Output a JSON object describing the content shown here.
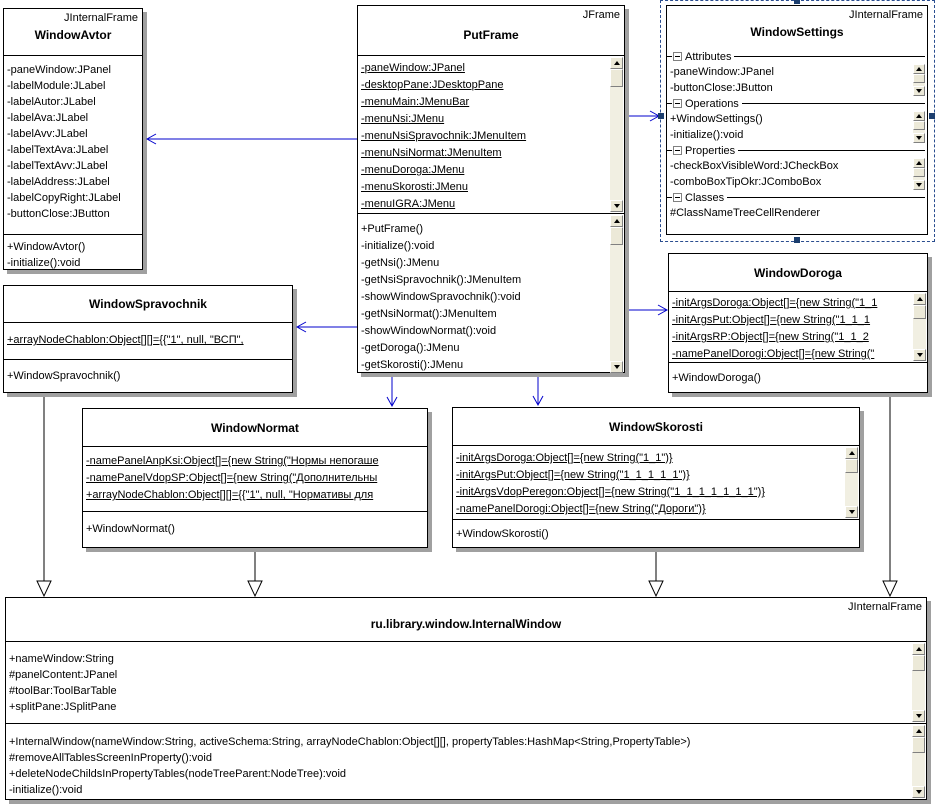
{
  "classes": {
    "windowAvtor": {
      "tag": "JInternalFrame",
      "name": "WindowAvtor",
      "attributes": [
        "-paneWindow:JPanel",
        "-labelModule:JLabel",
        "-labelAutor:JLabel",
        "-labelAva:JLabel",
        "-labelAvv:JLabel",
        "-labelTextAva:JLabel",
        "-labelTextAvv:JLabel",
        "-labelAddress:JLabel",
        "-labelCopyRight:JLabel",
        "-buttonClose:JButton"
      ],
      "operations": [
        "+WindowAvtor()",
        "-initialize():void"
      ]
    },
    "putFrame": {
      "tag": "JFrame",
      "name": "PutFrame",
      "attributes": [
        "-paneWindow:JPanel",
        "-desktopPane:JDesktopPane",
        "-menuMain:JMenuBar",
        "-menuNsi:JMenu",
        "-menuNsiSpravochnik:JMenuItem",
        "-menuNsiNormat:JMenuItem",
        "-menuDoroga:JMenu",
        "-menuSkorosti:JMenu",
        "-menuIGRA:JMenu"
      ],
      "operations": [
        "+PutFrame()",
        "-initialize():void",
        "-getNsi():JMenu",
        "-getNsiSpravochnik():JMenuItem",
        "-showWindowSpravochnik():void",
        "-getNsiNormat():JMenuItem",
        "-showWindowNormat():void",
        "-getDoroga():JMenu",
        "-getSkorosti():JMenu"
      ]
    },
    "windowSettings": {
      "tag": "JInternalFrame",
      "name": "WindowSettings",
      "groups": [
        {
          "label": "Attributes",
          "items": [
            "-paneWindow:JPanel",
            "-buttonClose:JButton"
          ]
        },
        {
          "label": "Operations",
          "items": [
            "+WindowSettings()",
            "-initialize():void"
          ]
        },
        {
          "label": "Properties",
          "items": [
            "-checkBoxVisibleWord:JCheckBox",
            "-comboBoxTipOkr:JComboBox"
          ]
        },
        {
          "label": "Classes",
          "items": [
            "#ClassNameTreeCellRenderer"
          ]
        }
      ]
    },
    "windowDoroga": {
      "name": "WindowDoroga",
      "attributes": [
        "-initArgsDoroga:Object[]={new String(\"1_1",
        "-initArgsPut:Object[]={new String(\"1_1_1",
        "-initArgsRP:Object[]={new String(\"1_1_2",
        "-namePanelDorogi:Object[]={new String(\""
      ],
      "operations": [
        "+WindowDoroga()"
      ]
    },
    "windowSpravochnik": {
      "name": "WindowSpravochnik",
      "attributes": [
        "+arrayNodeChablon:Object[][]={{\"1\", null, \"ВСП\","
      ],
      "operations": [
        "+WindowSpravochnik()"
      ]
    },
    "windowNormat": {
      "name": "WindowNormat",
      "attributes": [
        "-namePanelAnpKsi:Object[]={new String(\"Нормы непогаше",
        "-namePanelVdopSP:Object[]={new String(\"Дополнительны",
        "+arrayNodeChablon:Object[][]={{\"1\", null, \"Нормативы для"
      ],
      "operations": [
        "+WindowNormat()"
      ]
    },
    "windowSkorosti": {
      "name": "WindowSkorosti",
      "attributes": [
        "-initArgsDoroga:Object[]={new String(\"1_1\")}",
        "-initArgsPut:Object[]={new String(\"1_1_1_1_1\")}",
        "-initArgsVdopPeregon:Object[]={new String(\"1_1_1_1_1_1_1\")}",
        "-namePanelDorogi:Object[]={new String(\"Дороги\")}"
      ],
      "operations": [
        "+WindowSkorosti()"
      ]
    },
    "internalWindow": {
      "tag": "JInternalFrame",
      "name": "ru.library.window.InternalWindow",
      "attributes": [
        "+nameWindow:String",
        "#panelContent:JPanel",
        "#toolBar:ToolBarTable",
        "+splitPane:JSplitPane"
      ],
      "operations": [
        "+InternalWindow(nameWindow:String, activeSchema:String, arrayNodeChablon:Object[][], propertyTables:HashMap<String,PropertyTable>)",
        "#removeAllTablesScreenInProperty():void",
        "+deleteNodeChildsInPropertyTables(nodeTreeParent:NodeTree):void",
        "-initialize():void"
      ]
    }
  },
  "connectors": [
    {
      "type": "association",
      "from": "PutFrame",
      "to": "WindowAvtor"
    },
    {
      "type": "association",
      "from": "PutFrame",
      "to": "WindowSpravochnik"
    },
    {
      "type": "association",
      "from": "PutFrame",
      "to": "WindowSettings"
    },
    {
      "type": "association",
      "from": "PutFrame",
      "to": "WindowDoroga"
    },
    {
      "type": "association",
      "from": "PutFrame",
      "to": "WindowNormat"
    },
    {
      "type": "association",
      "from": "PutFrame",
      "to": "WindowSkorosti"
    },
    {
      "type": "generalization",
      "from": "WindowSpravochnik",
      "to": "ru.library.window.InternalWindow"
    },
    {
      "type": "generalization",
      "from": "WindowNormat",
      "to": "ru.library.window.InternalWindow"
    },
    {
      "type": "generalization",
      "from": "WindowSkorosti",
      "to": "ru.library.window.InternalWindow"
    },
    {
      "type": "generalization",
      "from": "WindowDoroga",
      "to": "ru.library.window.InternalWindow"
    }
  ],
  "colors": {
    "association": "#0000cc",
    "line": "#000000",
    "selection": "#1c3e6e",
    "shadow": "#a0a0a0"
  }
}
